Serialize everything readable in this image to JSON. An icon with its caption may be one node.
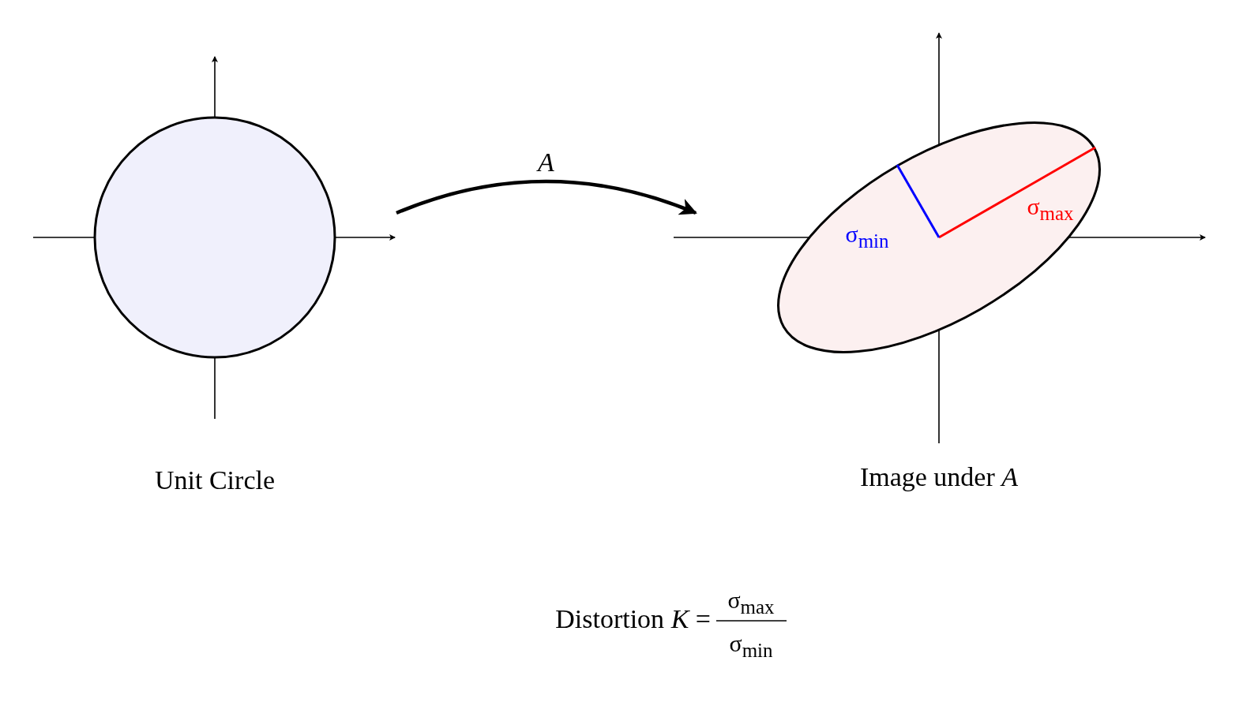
{
  "diagram": {
    "caption": "Distortion *K* =",
    "nodes": [
      {
        "text": [],
        "shape": "circle"
      },
      {
        "text": [],
        "shape": "ellipse"
      }
    ],
    "edges": [
      {
        "from": 0,
        "to": 1,
        "arrow": "to",
        "label": "*A*"
      }
    ],
    "labels": [
      "σ$_{max}$",
      "σ$_{min}$",
      "Unit Circle",
      "Image under *A*",
      "σ$_{max}$",
      "σ$_{min}$"
    ]
  }
}
